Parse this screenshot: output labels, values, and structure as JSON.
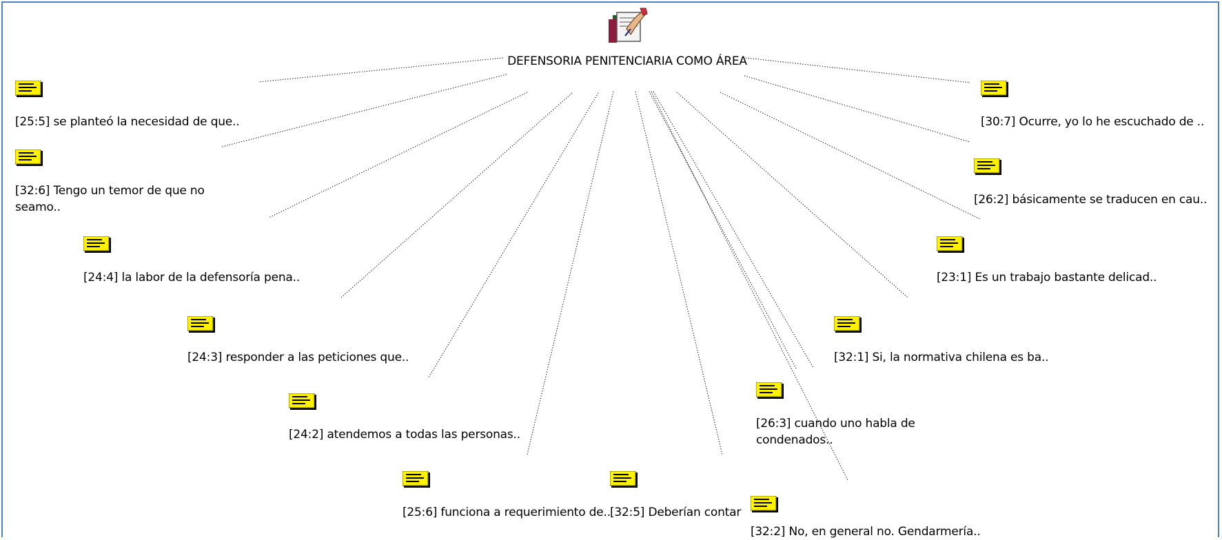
{
  "network": {
    "code": {
      "icon": "code-family-icon",
      "title": "DEFENSORIA PENITENCIARIA COMO ÁREA"
    },
    "quotes": [
      {
        "id": "q-25-5",
        "icon": "quotation-note-icon",
        "label": "[25:5] se planteó la necesidad de que.."
      },
      {
        "id": "q-32-6",
        "icon": "quotation-note-icon",
        "label": "[32:6] Tengo un temor de que no seamo.."
      },
      {
        "id": "q-24-4",
        "icon": "quotation-note-icon",
        "label": "[24:4] la labor de la defensoría pena.."
      },
      {
        "id": "q-24-3",
        "icon": "quotation-note-icon",
        "label": "[24:3] responder a las peticiones que.."
      },
      {
        "id": "q-24-2",
        "icon": "quotation-note-icon",
        "label": "[24:2] atendemos a todas las personas.."
      },
      {
        "id": "q-25-6",
        "icon": "quotation-note-icon",
        "label": "[25:6] funciona a requerimiento de.."
      },
      {
        "id": "q-32-5",
        "icon": "quotation-note-icon",
        "label": "[32:5] Deberían contar"
      },
      {
        "id": "q-32-2",
        "icon": "quotation-note-icon",
        "label": "[32:2] No, en general no. Gendarmería.."
      },
      {
        "id": "q-26-3",
        "icon": "quotation-note-icon",
        "label": "[26:3] cuando uno habla de condenados.."
      },
      {
        "id": "q-32-1",
        "icon": "quotation-note-icon",
        "label": "[32:1] Si, la normativa chilena es ba.."
      },
      {
        "id": "q-23-1",
        "icon": "quotation-note-icon",
        "label": "[23:1] Es un trabajo bastante delicad.."
      },
      {
        "id": "q-26-2",
        "icon": "quotation-note-icon",
        "label": "[26:2] básicamente se traducen en cau.."
      },
      {
        "id": "q-30-7",
        "icon": "quotation-note-icon",
        "label": "[30:7] Ocurre, yo lo he escuchado de .."
      }
    ],
    "link_style": "dotted"
  }
}
